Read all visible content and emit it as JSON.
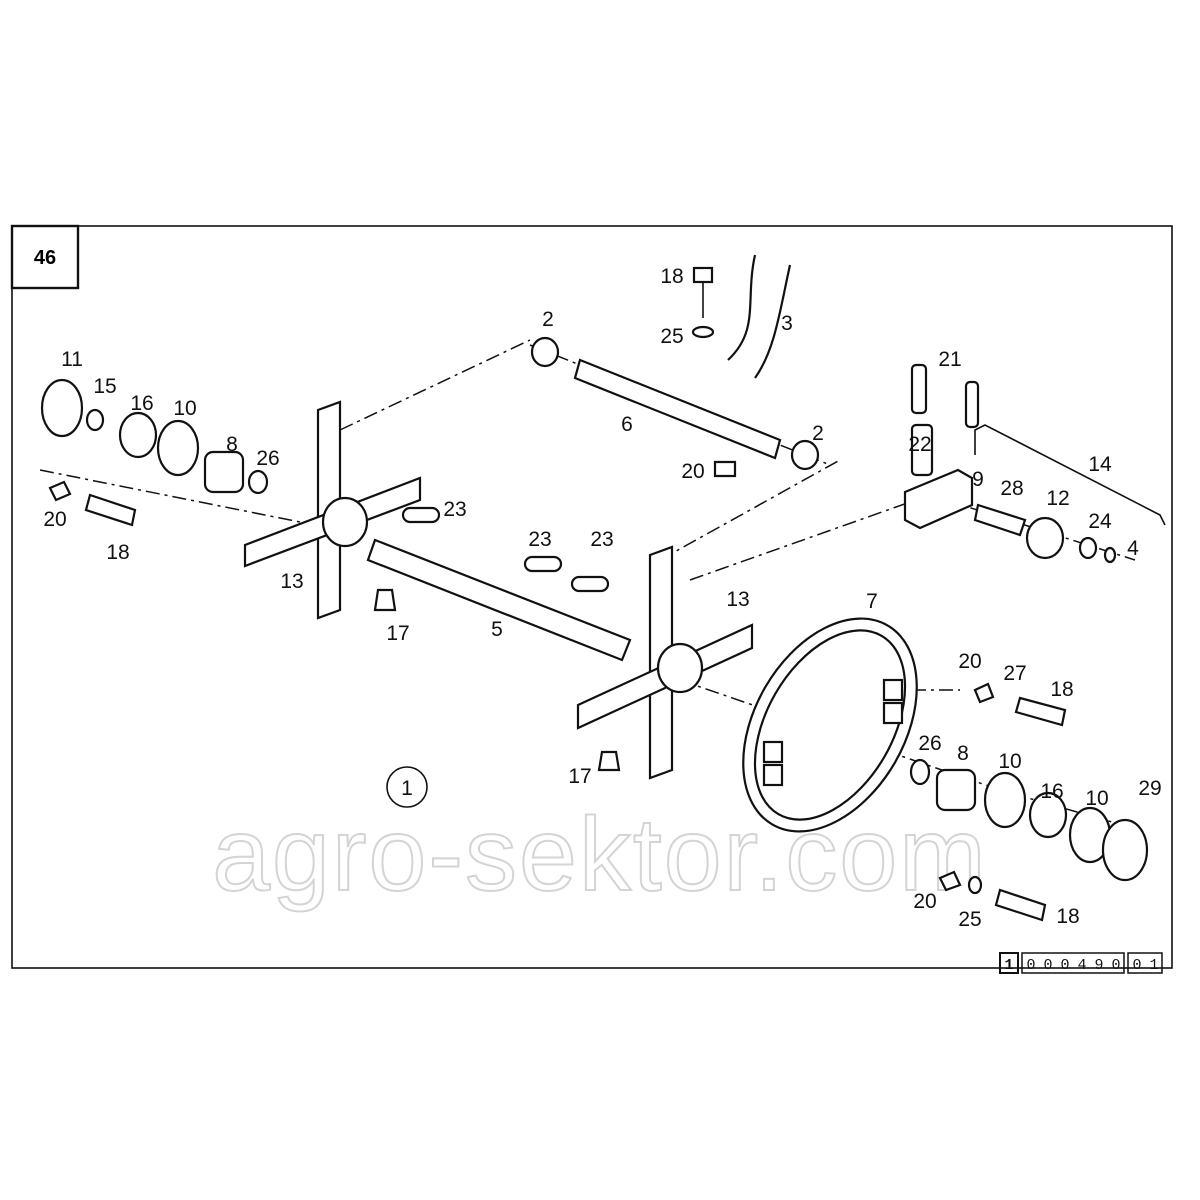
{
  "figure_number": "46",
  "assembly_number": "1",
  "drawing_code": {
    "prefix": "1",
    "digits": [
      "0",
      "0",
      "0",
      "4",
      "9",
      "0",
      "0",
      "1"
    ]
  },
  "watermark": "agro-sektor.com",
  "labels": [
    "18",
    "25",
    "3",
    "2",
    "11",
    "15",
    "16",
    "10",
    "8",
    "26",
    "6",
    "2",
    "20",
    "21",
    "22",
    "9",
    "14",
    "28",
    "12",
    "24",
    "4",
    "20",
    "18",
    "23",
    "23",
    "23",
    "13",
    "17",
    "5",
    "13",
    "7",
    "20",
    "27",
    "18",
    "26",
    "8",
    "10",
    "16",
    "10",
    "29",
    "17",
    "20",
    "25",
    "18"
  ]
}
